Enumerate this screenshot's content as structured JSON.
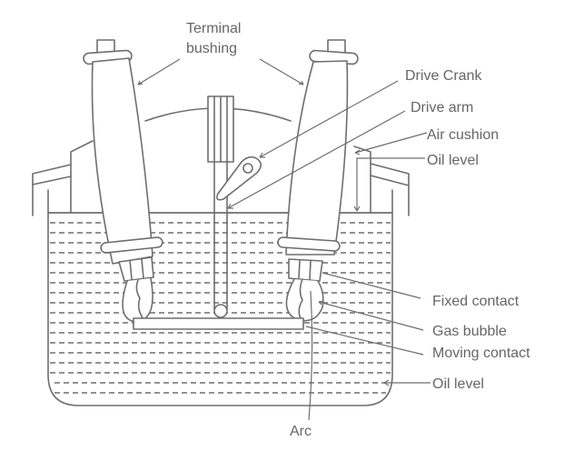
{
  "diagram": {
    "title": "Plain break oil circuit breaker",
    "stroke_color": "#6e6e6e",
    "label_color": "#666666",
    "labels": {
      "terminal_bushing_line1": "Terminal",
      "terminal_bushing_line2": "bushing",
      "drive_crank": "Drive Crank",
      "drive_arm": "Drive arm",
      "air_cushion": "Air cushion",
      "oil_level_top": "Oil level",
      "fixed_contact": "Fixed contact",
      "gas_bubble": "Gas bubble",
      "moving_contact": "Moving contact",
      "oil_level_bottom": "Oil level",
      "arc": "Arc"
    }
  }
}
